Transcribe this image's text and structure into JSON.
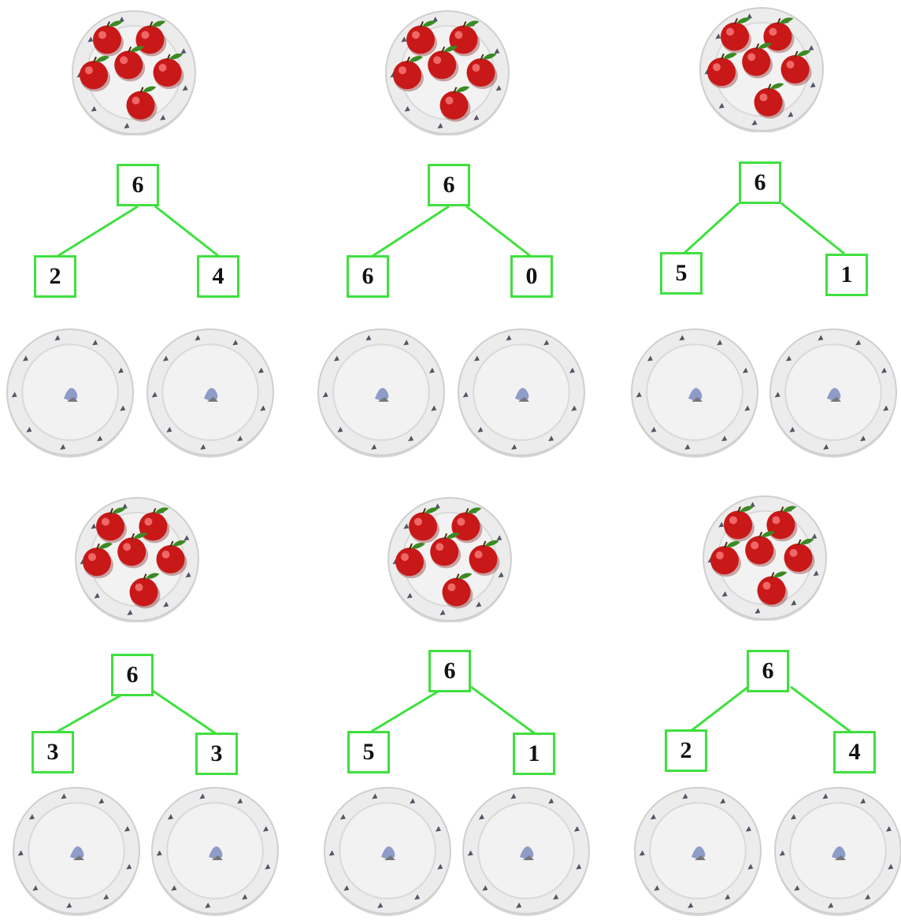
{
  "colors": {
    "box_border": "#3fe03f",
    "apple_red": "#c81818",
    "leaf_green": "#3a8a22",
    "plate_fill": "#ececec"
  },
  "icons": {
    "full_plate": "plate-with-apples-icon",
    "empty_plate": "empty-plate-icon",
    "apple": "apple-icon"
  },
  "panels": [
    {
      "apples": 6,
      "total": "6",
      "left": "2",
      "right": "4"
    },
    {
      "apples": 6,
      "total": "6",
      "left": "6",
      "right": "0"
    },
    {
      "apples": 6,
      "total": "6",
      "left": "5",
      "right": "1"
    },
    {
      "apples": 6,
      "total": "6",
      "left": "3",
      "right": "3"
    },
    {
      "apples": 6,
      "total": "6",
      "left": "5",
      "right": "1"
    },
    {
      "apples": 6,
      "total": "6",
      "left": "2",
      "right": "4"
    }
  ]
}
